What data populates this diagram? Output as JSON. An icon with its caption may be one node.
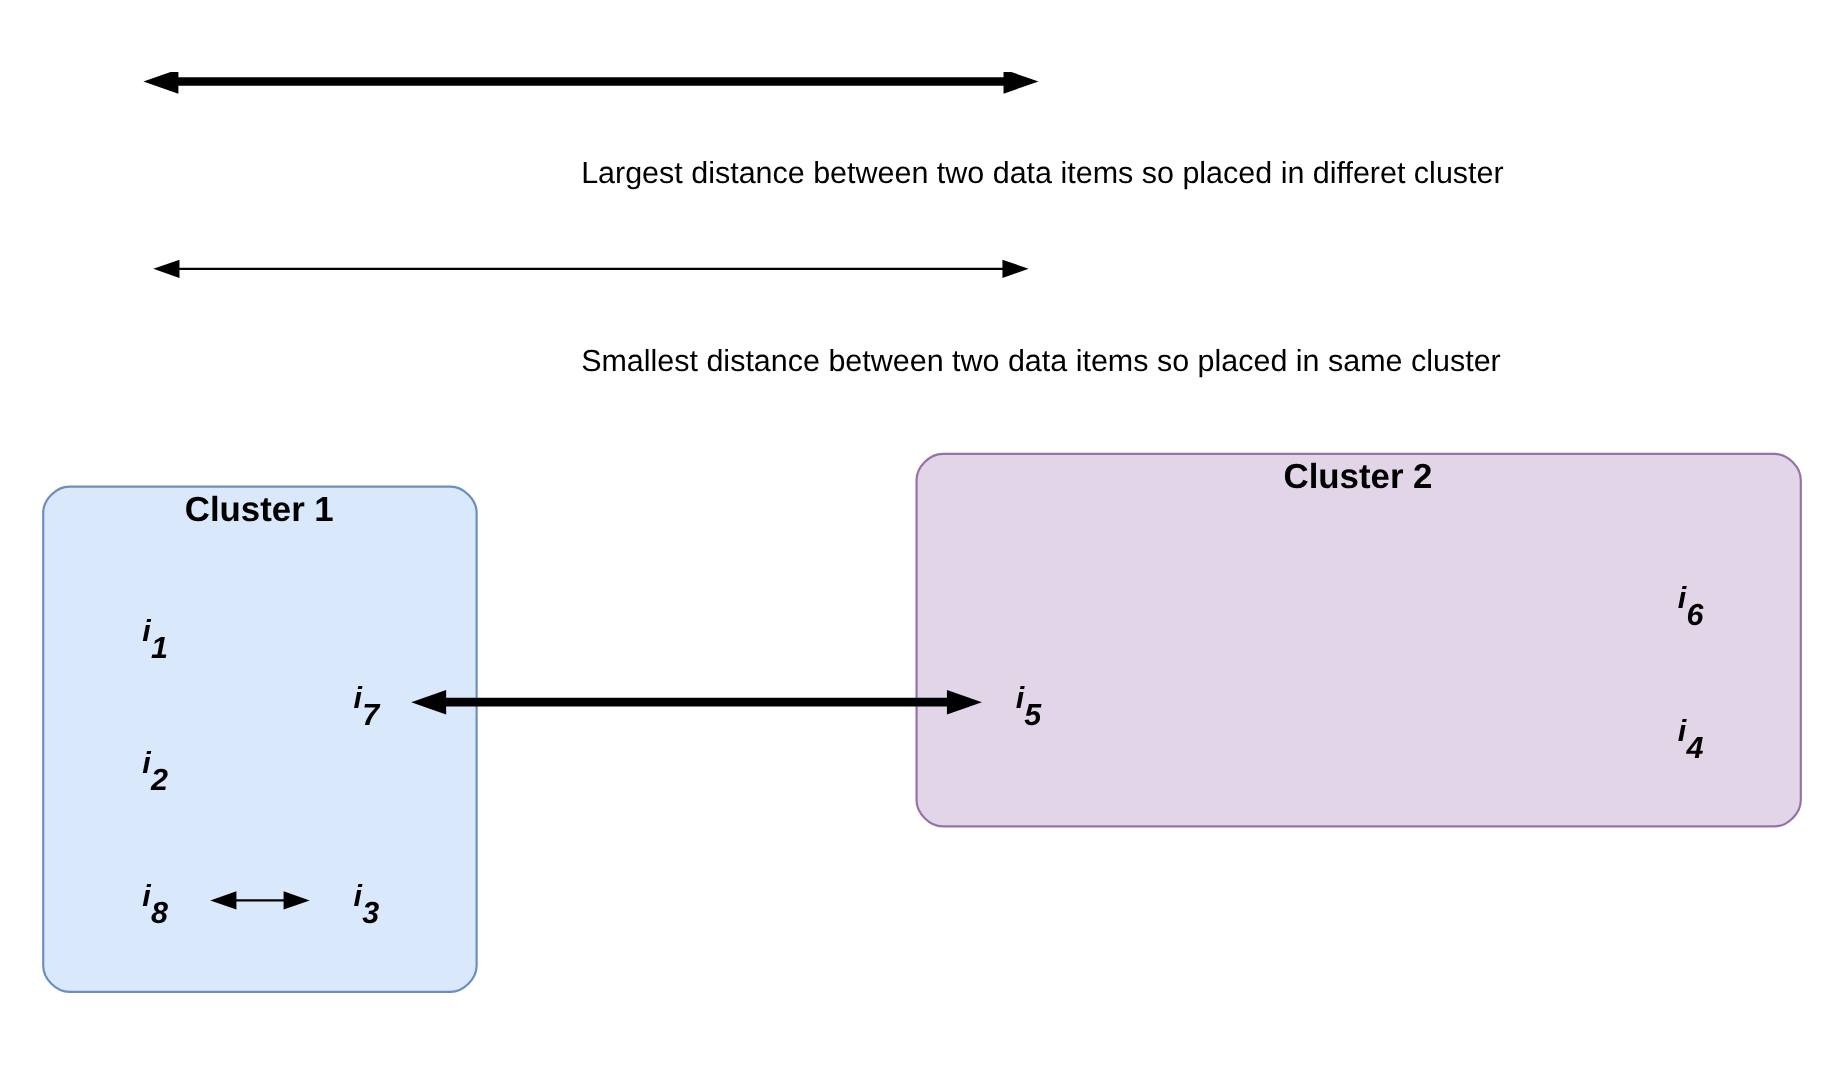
{
  "diagram": {
    "nodes": [
      {
        "text": [
          "Cluster 1"
        ]
      },
      {
        "text": [
          "i$_{1}$"
        ],
        "in": 0
      },
      {
        "text": [
          "i$_{7}$"
        ],
        "in": 0
      },
      {
        "text": [
          "i$_{2}$"
        ],
        "in": 0
      },
      {
        "text": [
          "i$_{3}$"
        ],
        "in": 0
      },
      {
        "text": [
          "i$_{8}$"
        ],
        "in": 0
      },
      {
        "text": [
          "Cluster 2"
        ]
      },
      {
        "text": [
          "i$_{4}$"
        ],
        "in": 6
      },
      {
        "text": [
          "i$_{5}$"
        ],
        "in": 6
      },
      {
        "text": [
          "i$_{6}$"
        ],
        "in": 6
      }
    ],
    "edges": [
      {
        "from": 2,
        "to": 8,
        "arrow": "both",
        "style": "thick"
      },
      {
        "from": 5,
        "to": 4,
        "arrow": "both"
      }
    ],
    "legend": [
      {
        "text": "Largest distance between two data items so placed in differet cluster"
      },
      {
        "text": "Smallest distance between two data items so placed in same cluster"
      }
    ]
  }
}
